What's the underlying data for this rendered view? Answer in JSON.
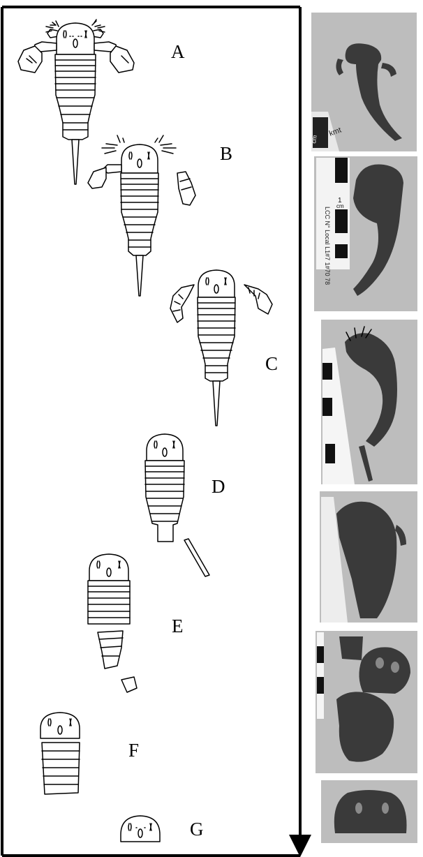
{
  "stages": [
    {
      "id": "A",
      "label": "A"
    },
    {
      "id": "B",
      "label": "B"
    },
    {
      "id": "C",
      "label": "C"
    },
    {
      "id": "D",
      "label": "D"
    },
    {
      "id": "E",
      "label": "E"
    },
    {
      "id": "F",
      "label": "F"
    },
    {
      "id": "G",
      "label": "G"
    }
  ],
  "photo_handwriting": {
    "photo1_scrawl": "kmt",
    "photo1_scale_unit": "cm",
    "photo2_label": "LCC N° Local L1#7 1#70 78",
    "photo2_scale_number": "1",
    "photo2_scale_unit": "cm"
  },
  "colors": {
    "frame": "#000000",
    "fossil_dark": "#3a3a3a",
    "matrix_gray": "#bdbdbd"
  }
}
